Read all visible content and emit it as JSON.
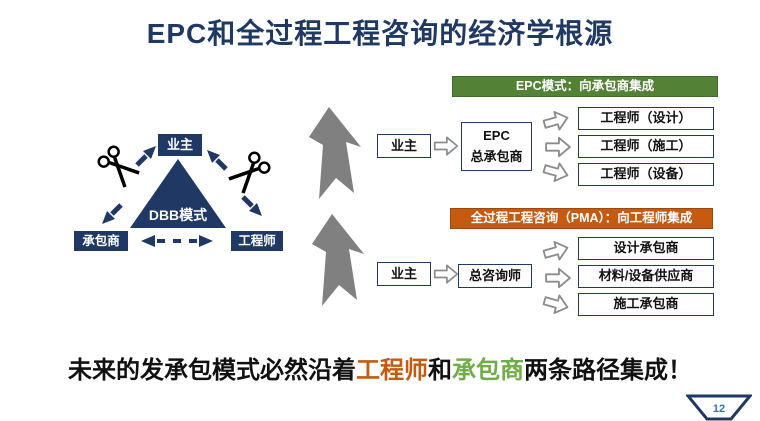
{
  "slide": {
    "title": "EPC和全过程工程咨询的经济学根源",
    "page_number": "12"
  },
  "dbb_diagram": {
    "triangle_label": "DBB模式",
    "owner": "业主",
    "contractor": "承包商",
    "engineer": "工程师"
  },
  "epc_flow": {
    "banner": "EPC模式：向承包商集成",
    "owner": "业主",
    "hub_line1": "EPC",
    "hub_line2": "总承包商",
    "targets": [
      "工程师（设计）",
      "工程师（施工）",
      "工程师（设备）"
    ]
  },
  "pma_flow": {
    "banner": "全过程工程咨询（PMA）：向工程师集成",
    "owner": "业主",
    "hub": "总咨询师",
    "targets": [
      "设计承包商",
      "材料/设备供应商",
      "施工承包商"
    ]
  },
  "conclusion": {
    "prefix": "未来的发承包模式必然沿着",
    "engineer": "工程师",
    "and": "和",
    "contractor": "承包商",
    "suffix": "两条路径集成！"
  },
  "colors": {
    "navy": "#1f3864",
    "banner_green": "#538135",
    "banner_orange": "#c55a11",
    "highlight_orange": "#c55a11",
    "highlight_green": "#70ad47",
    "gray_arrow": "#808080",
    "page_number_blue": "#2e74b5"
  }
}
